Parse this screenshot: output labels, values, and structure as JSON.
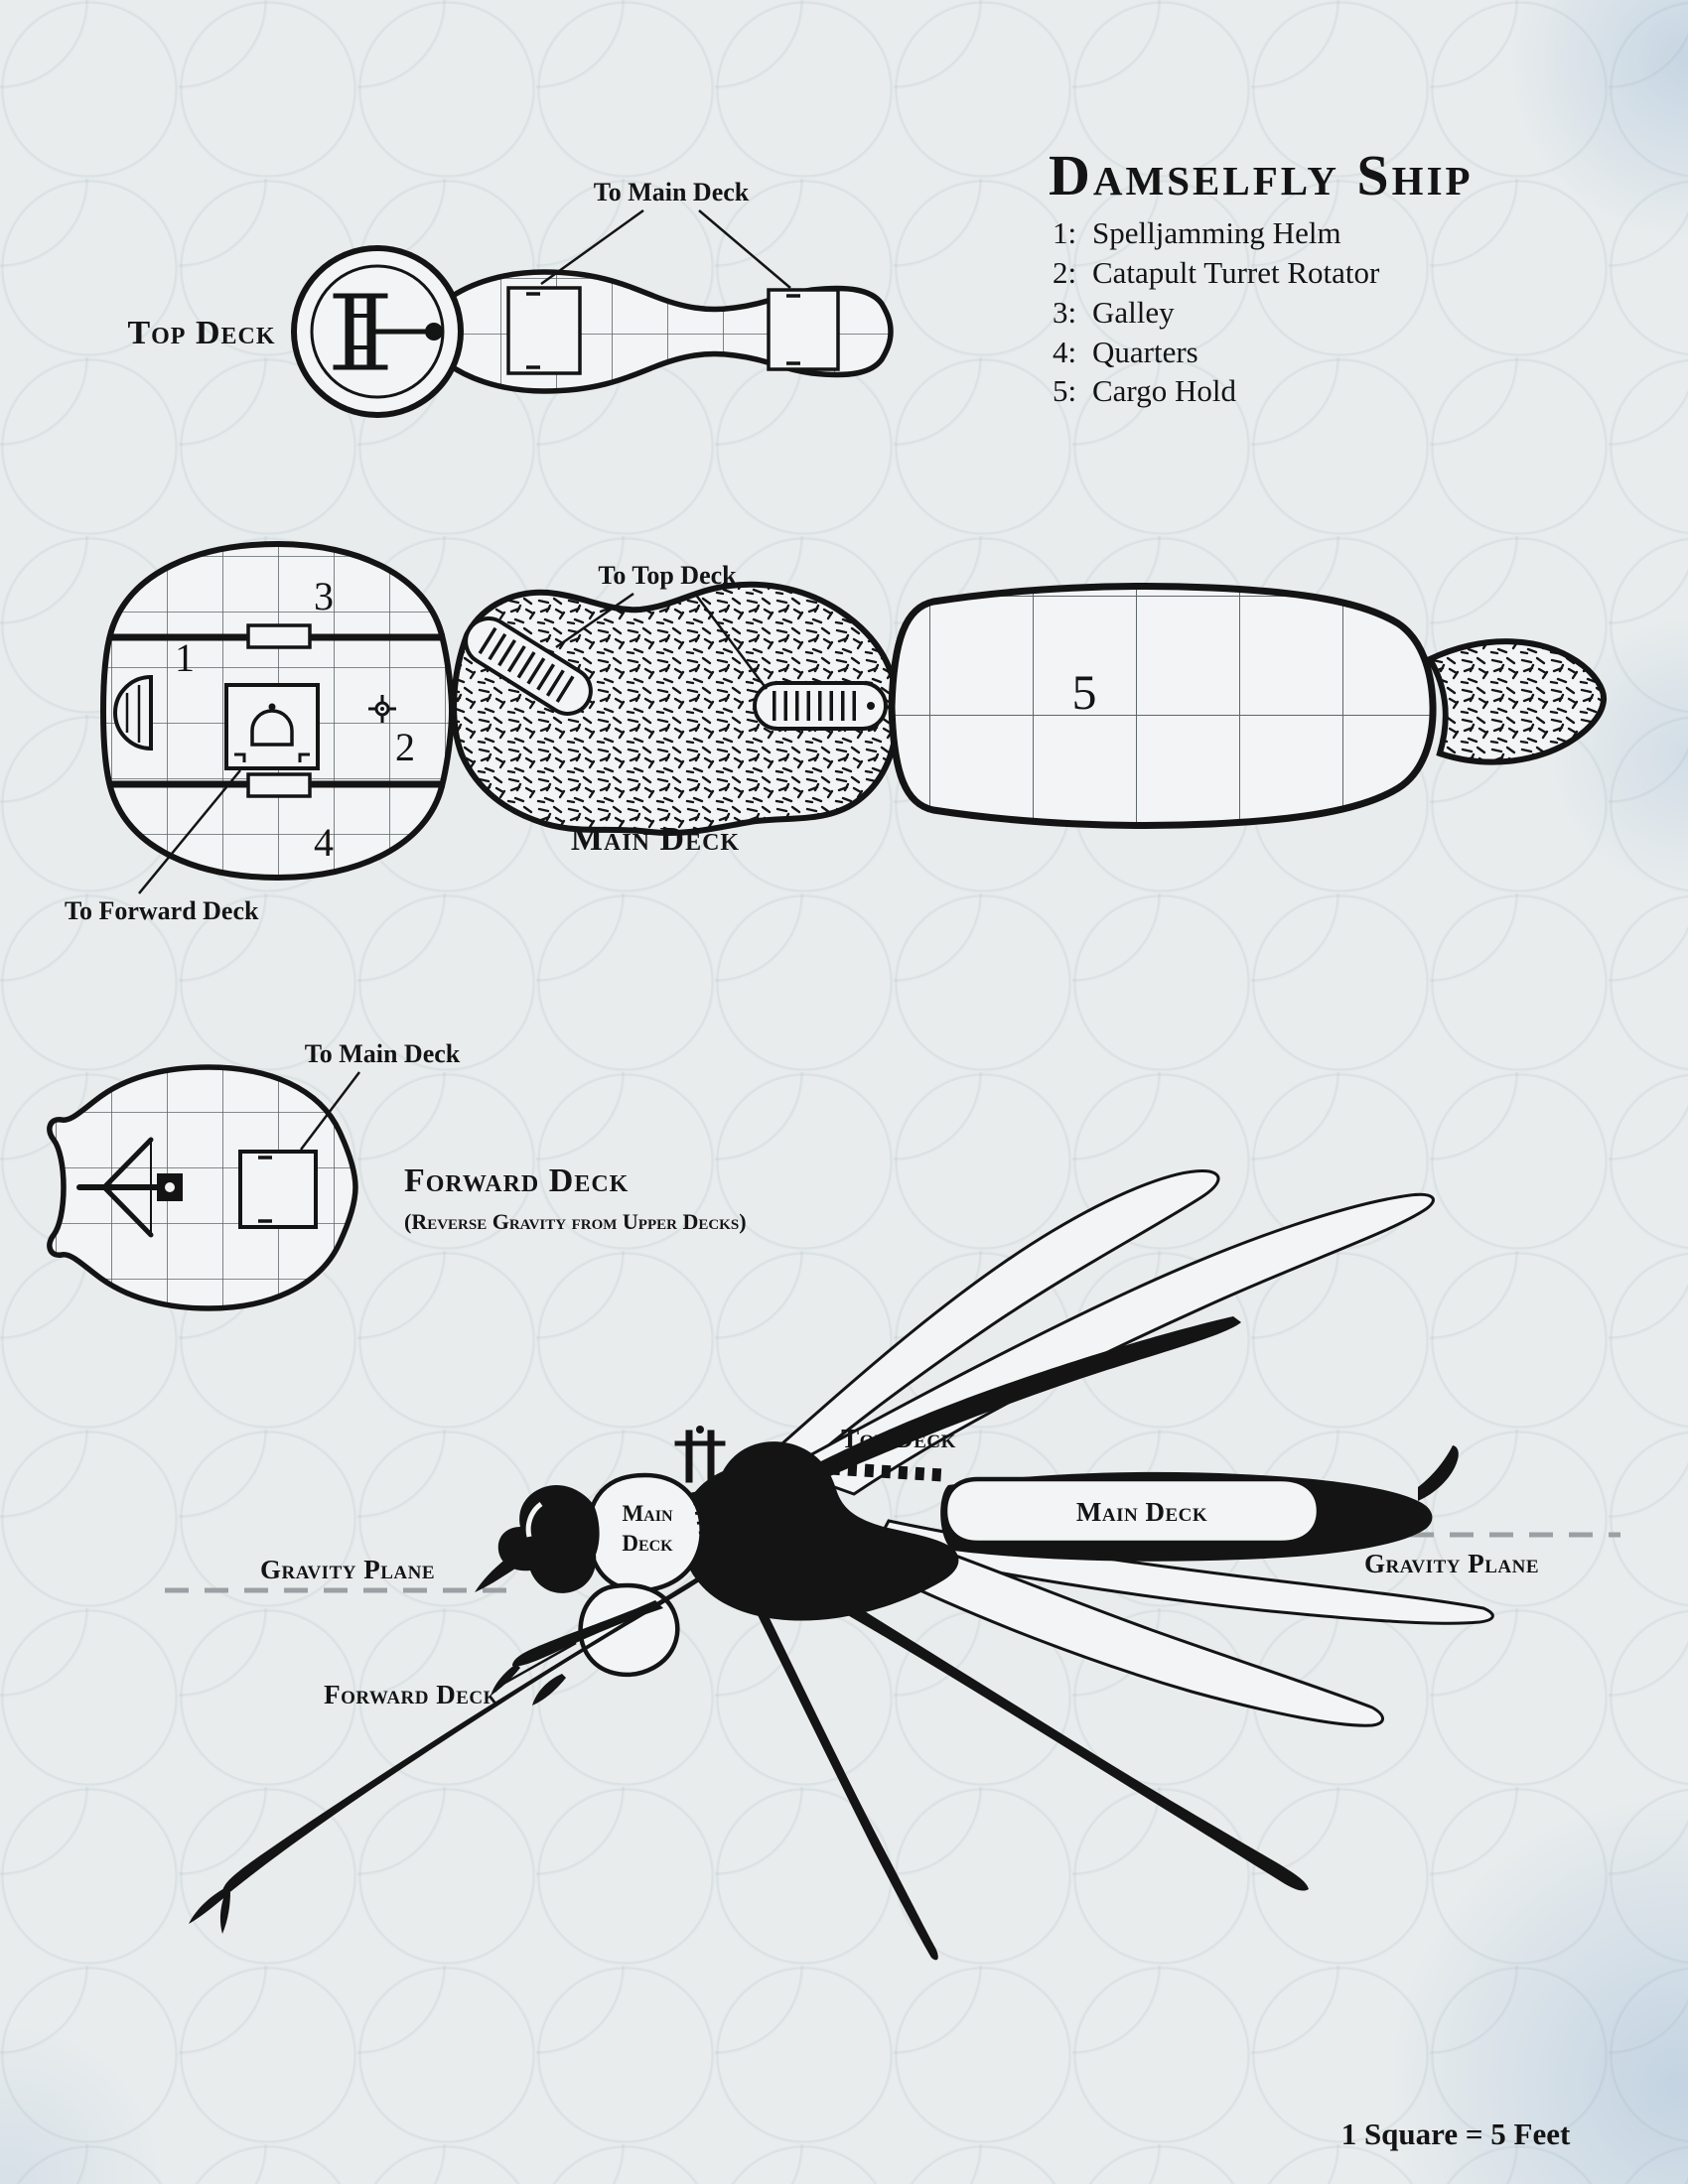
{
  "title": "Damselfly Ship",
  "legend": {
    "items": [
      {
        "num": "1:",
        "label": "Spelljamming Helm"
      },
      {
        "num": "2:",
        "label": "Catapult Turret Rotator"
      },
      {
        "num": "3:",
        "label": "Galley"
      },
      {
        "num": "4:",
        "label": "Quarters"
      },
      {
        "num": "5:",
        "label": "Cargo Hold"
      }
    ]
  },
  "top_deck": {
    "title": "Top Deck",
    "to_main_deck_label": "To Main Deck"
  },
  "main_deck": {
    "title": "Main Deck",
    "to_top_deck_label": "To Top Deck",
    "to_forward_deck_label": "To Forward Deck",
    "room_numbers": {
      "helm": "1",
      "rotator": "2",
      "galley": "3",
      "quarters": "4",
      "cargo": "5"
    }
  },
  "forward_deck": {
    "title": "Forward Deck",
    "subtitle": "(Reverse Gravity from Upper Decks)",
    "to_main_deck_label": "To Main Deck"
  },
  "side_view": {
    "top_deck_label": "Top Deck",
    "main_deck_label_right": "Main Deck",
    "main_deck_label_left_line1": "Main",
    "main_deck_label_left_line2": "Deck",
    "forward_deck_label": "Forward Deck",
    "gravity_plane_left_label": "Gravity Plane",
    "gravity_plane_right_label": "Gravity Plane"
  },
  "footer": {
    "scale_label": "1 Square = 5 Feet"
  },
  "colors": {
    "ink": "#141414",
    "paper": "#f2f4f5",
    "grid": "#5f6669",
    "gravity_dash": "#9aa0a3"
  }
}
